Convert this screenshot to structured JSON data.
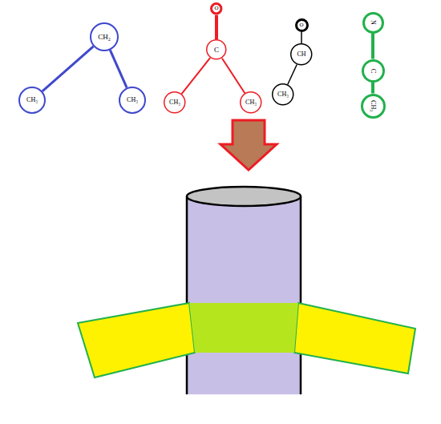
{
  "diagram": {
    "nodes": [
      {
        "text": [
          "CH₂"
        ]
      },
      {
        "text": [
          "CH₃"
        ]
      },
      {
        "text": [
          "CH₃"
        ]
      },
      {
        "text": [
          "O"
        ]
      },
      {
        "text": [
          "C"
        ]
      },
      {
        "text": [
          "CH₃"
        ]
      },
      {
        "text": [
          "CH₃"
        ]
      },
      {
        "text": [
          "O"
        ]
      },
      {
        "text": [
          "CH"
        ]
      },
      {
        "text": [
          "CH₃"
        ]
      },
      {
        "text": [
          "N"
        ]
      },
      {
        "text": [
          "C"
        ]
      },
      {
        "text": [
          "CH₃"
        ]
      }
    ],
    "edges": [
      {
        "from": 0,
        "to": 1,
        "arrow": "none"
      },
      {
        "from": 0,
        "to": 2,
        "arrow": "none"
      },
      {
        "from": 3,
        "to": 4,
        "arrow": "none"
      },
      {
        "from": 4,
        "to": 5,
        "arrow": "none"
      },
      {
        "from": 4,
        "to": 6,
        "arrow": "none"
      },
      {
        "from": 7,
        "to": 8,
        "arrow": "none"
      },
      {
        "from": 8,
        "to": 9,
        "arrow": "none"
      },
      {
        "from": 10,
        "to": 11,
        "arrow": "none"
      },
      {
        "from": 11,
        "to": 12,
        "arrow": "none"
      }
    ]
  }
}
